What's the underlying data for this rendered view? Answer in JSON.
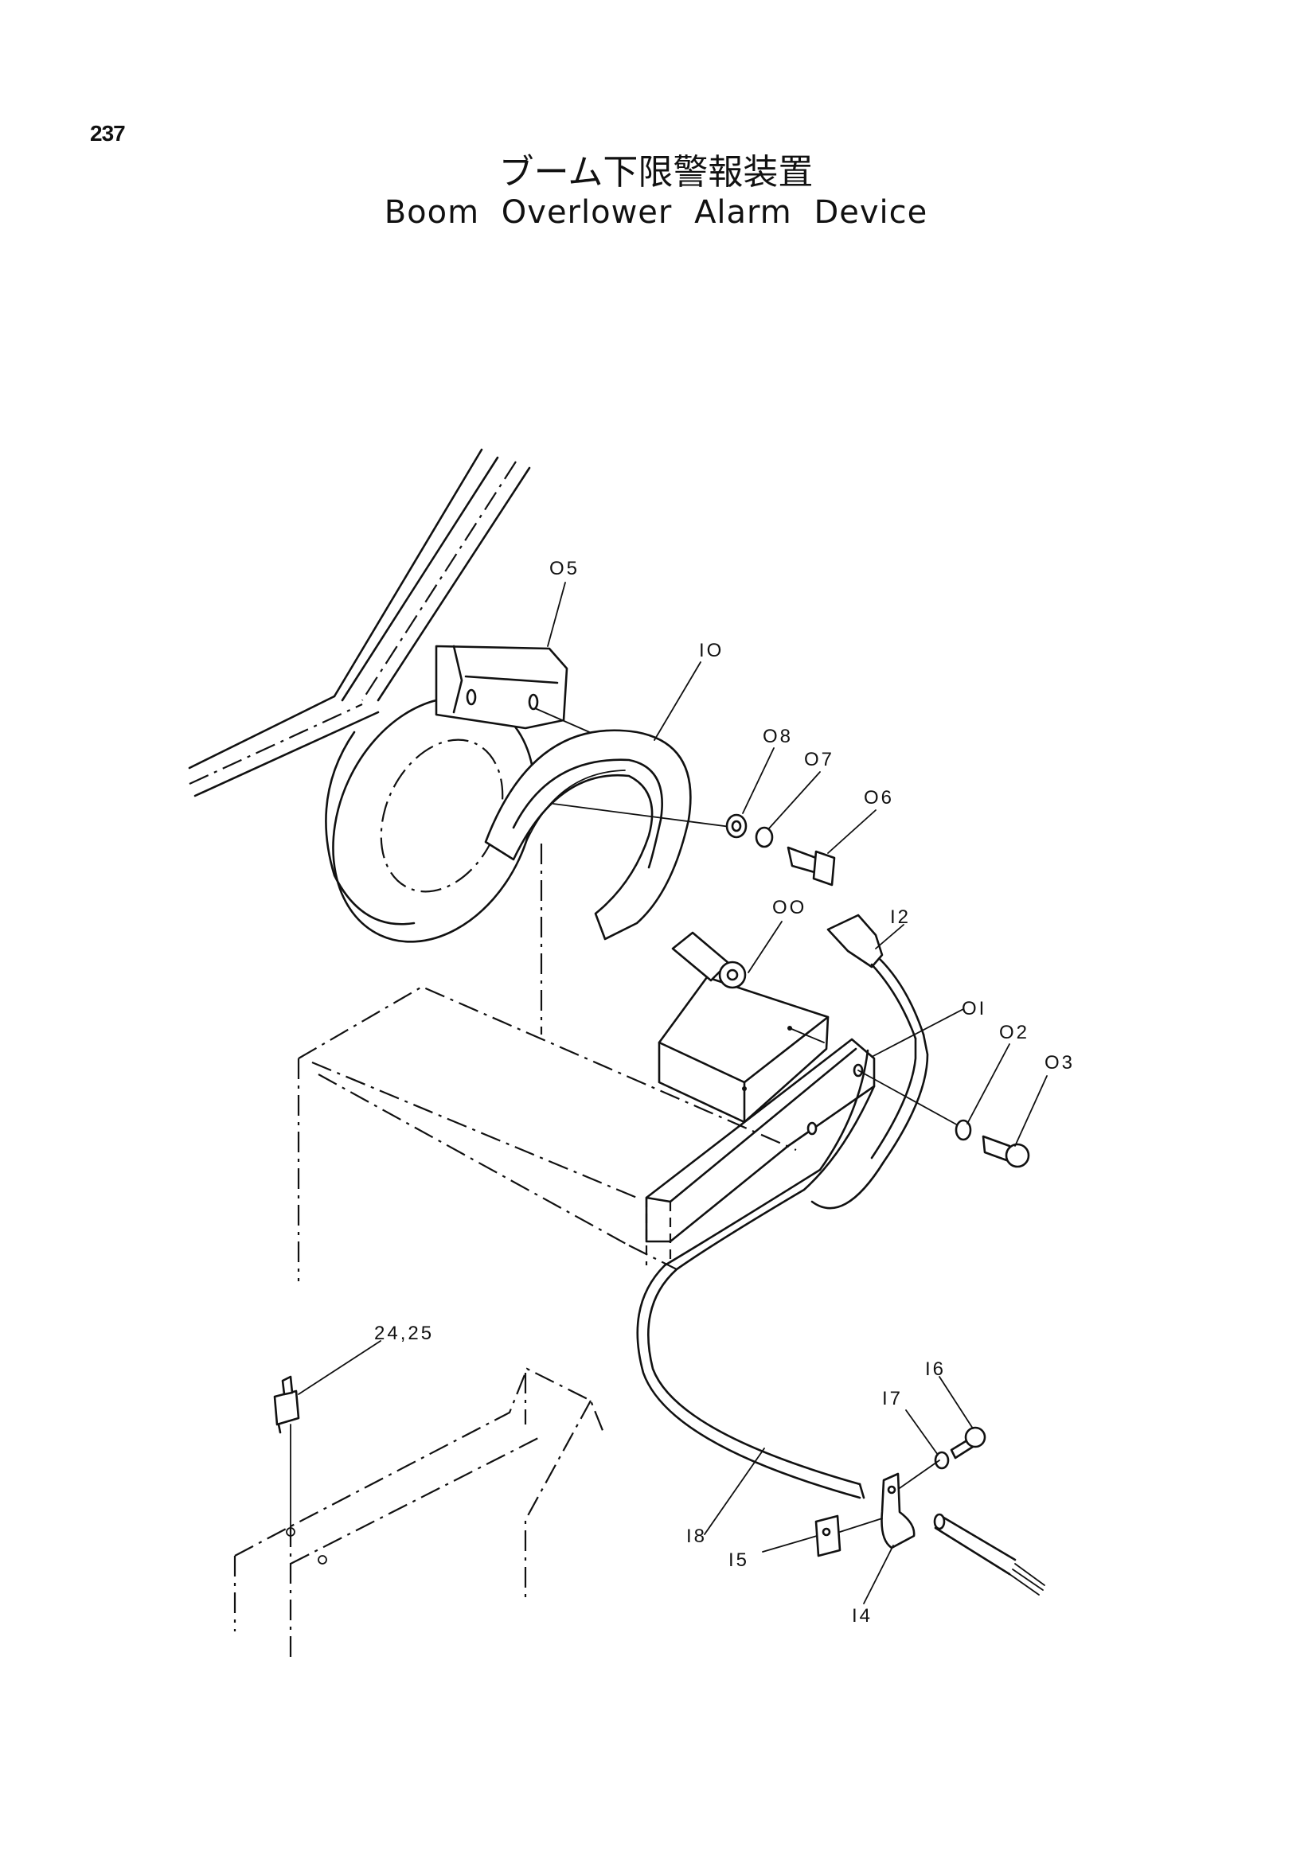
{
  "page_number": "237",
  "title_jp": "ブーム下限警報装置",
  "title_en": "Boom Overlower Alarm Device",
  "callouts": [
    {
      "id": "00",
      "label": "OO"
    },
    {
      "id": "01",
      "label": "OI"
    },
    {
      "id": "02",
      "label": "O2"
    },
    {
      "id": "03",
      "label": "O3"
    },
    {
      "id": "05",
      "label": "O5"
    },
    {
      "id": "06",
      "label": "O6"
    },
    {
      "id": "07",
      "label": "O7"
    },
    {
      "id": "08",
      "label": "O8"
    },
    {
      "id": "10",
      "label": "IO"
    },
    {
      "id": "12",
      "label": "I2"
    },
    {
      "id": "14",
      "label": "I4"
    },
    {
      "id": "15",
      "label": "I5"
    },
    {
      "id": "16",
      "label": "I6"
    },
    {
      "id": "17",
      "label": "I7"
    },
    {
      "id": "18",
      "label": "I8"
    },
    {
      "id": "24_25",
      "label": "24,25"
    }
  ]
}
